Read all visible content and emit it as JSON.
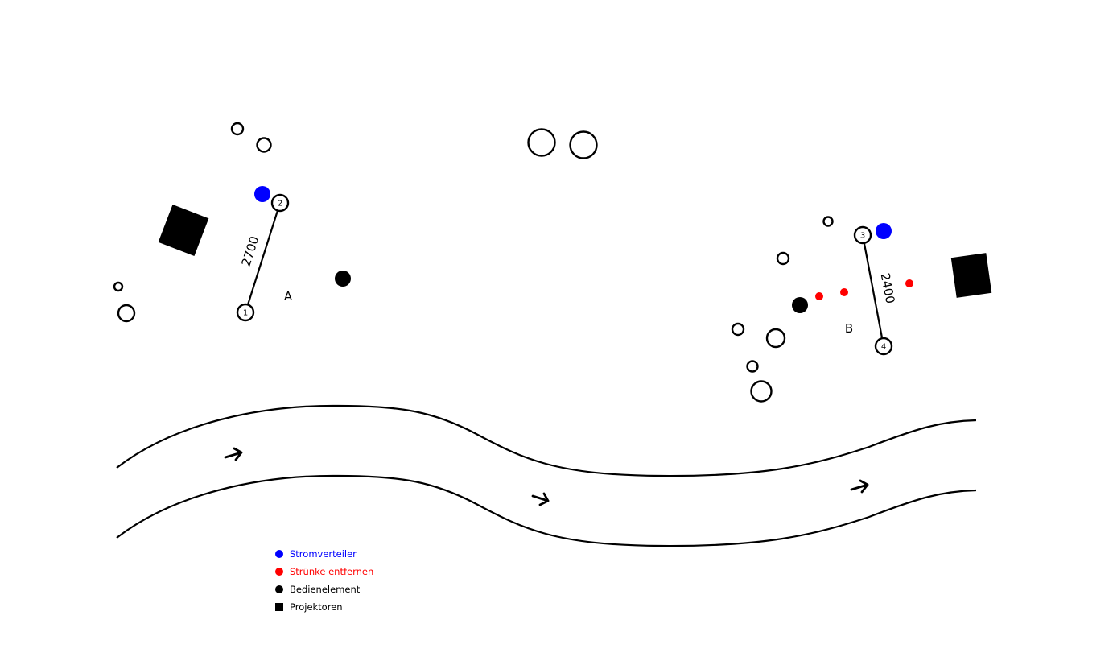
{
  "colors": {
    "stromverteiler": "#0000ff",
    "struenke": "#ff0000",
    "bedienelement": "#000000",
    "projektoren": "#000000",
    "line": "#000000"
  },
  "areas": [
    {
      "label": "A"
    },
    {
      "label": "B"
    }
  ],
  "posts": [
    {
      "number": "1"
    },
    {
      "number": "2"
    },
    {
      "number": "3"
    },
    {
      "number": "4"
    }
  ],
  "spans": [
    {
      "from": "1",
      "to": "2",
      "length_label": "2700"
    },
    {
      "from": "3",
      "to": "4",
      "length_label": "2400"
    }
  ],
  "legend": {
    "items": [
      {
        "label": "Stromverteiler",
        "symbol": "circle",
        "color": "#0000ff"
      },
      {
        "label": "Strünke entfernen",
        "symbol": "circle",
        "color": "#ff0000"
      },
      {
        "label": "Bedienelement",
        "symbol": "circle",
        "color": "#000000"
      },
      {
        "label": "Projektoren",
        "symbol": "square",
        "color": "#000000"
      }
    ]
  },
  "river": {
    "flow_direction": "right",
    "arrow_icon": "arrow-right-icon"
  }
}
